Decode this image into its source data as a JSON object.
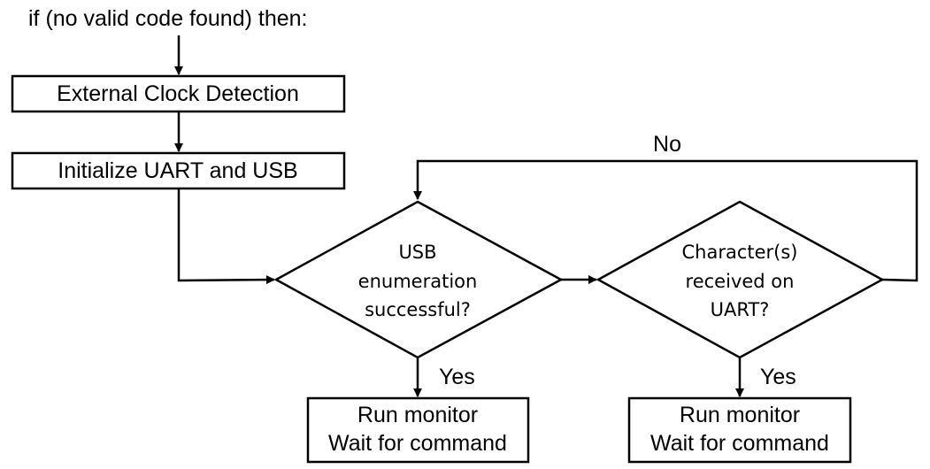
{
  "title": "if (no valid code found) then:",
  "steps": {
    "clock": "External Clock Detection",
    "init": "Initialize UART and USB"
  },
  "decisions": {
    "usb": [
      "USB",
      "enumeration",
      "successful?"
    ],
    "uart": [
      "Character(s)",
      "received on",
      "UART?"
    ]
  },
  "labels": {
    "no": "No",
    "yes_usb": "Yes",
    "yes_uart": "Yes"
  },
  "results": {
    "usb": [
      "Run monitor",
      "Wait for command"
    ],
    "uart": [
      "Run monitor",
      "Wait for command"
    ]
  }
}
